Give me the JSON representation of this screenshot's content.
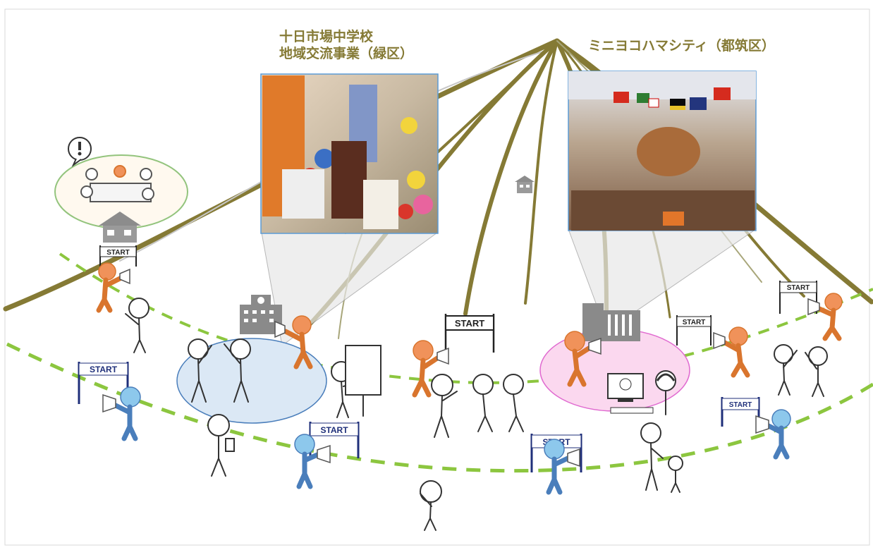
{
  "labels": {
    "left_line1": "十日市場中学校",
    "left_line2": "地域交流事業（緑区）",
    "right": "ミニヨコハマシティ（都筑区）"
  },
  "gate_text": "START",
  "colors": {
    "branch": "#857a35",
    "branch_thin": "#a8a67a",
    "dash": "#8cc63f",
    "orange_person": "#f0925a",
    "blue_person": "#8dc8ec",
    "gate_post": "#1f2f7a",
    "circle_green": "#93c47d",
    "circle_blue": "#dbe8f5",
    "circle_pink": "#fbd8ef",
    "label": "#857a35"
  },
  "icons": [
    "exclamation-icon",
    "house-icon",
    "school-building-icon",
    "megaphone-icon",
    "computer-icon",
    "headset-icon",
    "whiteboard-icon"
  ]
}
